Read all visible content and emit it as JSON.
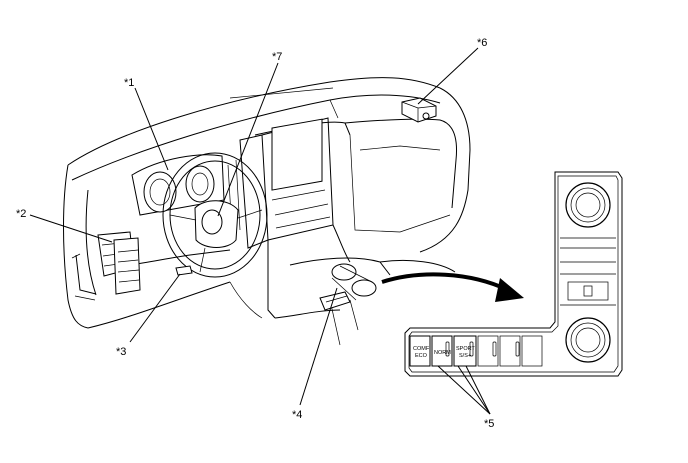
{
  "callouts": {
    "c1": "*1",
    "c2": "*2",
    "c3": "*3",
    "c4": "*4",
    "c5": "*5",
    "c6": "*6",
    "c7": "*7"
  },
  "switch_panel": {
    "btn_comf_line1": "COMF",
    "btn_comf_line2": "ECO",
    "btn_norm": "NORM",
    "btn_sport_line1": "SPORT",
    "btn_sport_line2": "S/S+"
  }
}
